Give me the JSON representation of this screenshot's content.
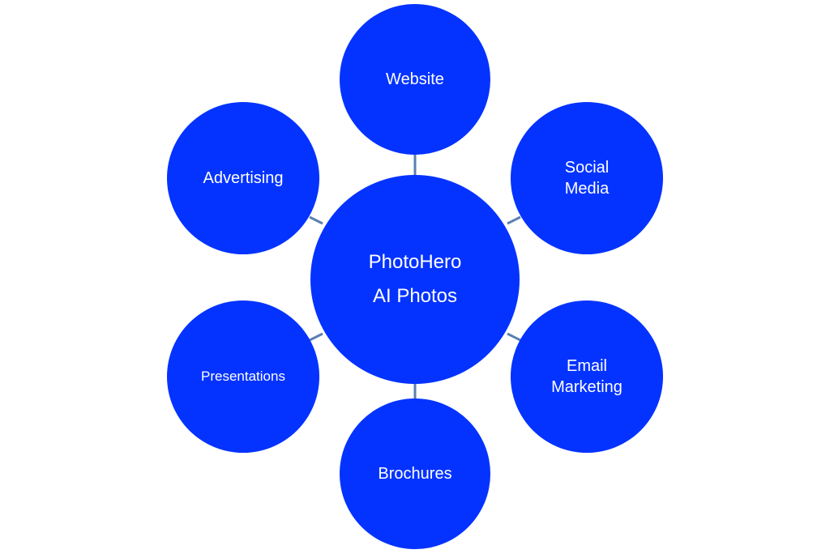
{
  "colors": {
    "node_fill": "#0433ff",
    "connector": "#5b7fb0",
    "text": "#ffffff",
    "background": "#ffffff"
  },
  "center": {
    "label": "PhotoHero\nAI Photos"
  },
  "nodes": {
    "website": "Website",
    "social_media": "Social\nMedia",
    "advertising": "Advertising",
    "presentations": "Presentations",
    "email_marketing": "Email\nMarketing",
    "brochures": "Brochures"
  }
}
